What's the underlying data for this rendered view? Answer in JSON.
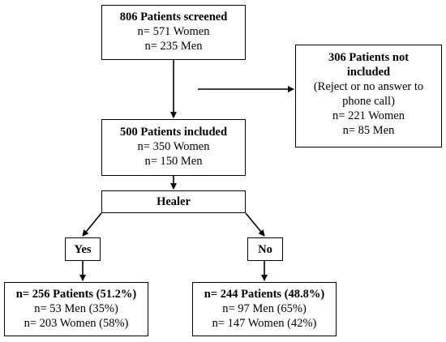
{
  "screened": {
    "title": "806 Patients screened",
    "lines": [
      "n= 571 Women",
      "n= 235 Men"
    ]
  },
  "excluded": {
    "title_lines": [
      "306 Patients not",
      "included"
    ],
    "lines": [
      "(Reject or no answer to",
      "phone call)",
      "n= 221 Women",
      "n= 85 Men"
    ]
  },
  "included": {
    "title": "500 Patients included",
    "lines": [
      "n= 350 Women",
      "n= 150 Men"
    ]
  },
  "healer": {
    "title": "Healer"
  },
  "yes": {
    "label": "Yes"
  },
  "no": {
    "label": "No"
  },
  "yes_result": {
    "title": "n= 256 Patients (51.2%)",
    "lines": [
      "n= 53 Men (35%)",
      "n= 203 Women (58%)"
    ]
  },
  "no_result": {
    "title": "n= 244 Patients (48.8%)",
    "lines": [
      "n= 97 Men (65%)",
      "n= 147  Women (42%)"
    ]
  }
}
